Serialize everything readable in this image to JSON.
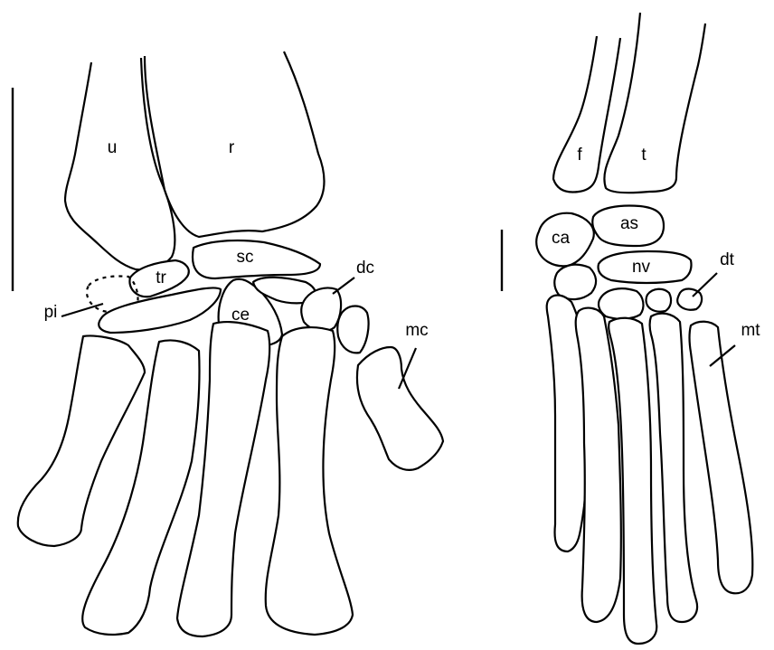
{
  "forelimb": {
    "labels": {
      "u": "u",
      "r": "r",
      "tr": "tr",
      "sc": "sc",
      "dc": "dc",
      "pi": "pi",
      "ce": "ce",
      "mc": "mc"
    }
  },
  "hindlimb": {
    "labels": {
      "f": "f",
      "t": "t",
      "as": "as",
      "ca": "ca",
      "nv": "nv",
      "dt": "dt",
      "mt": "mt"
    }
  }
}
